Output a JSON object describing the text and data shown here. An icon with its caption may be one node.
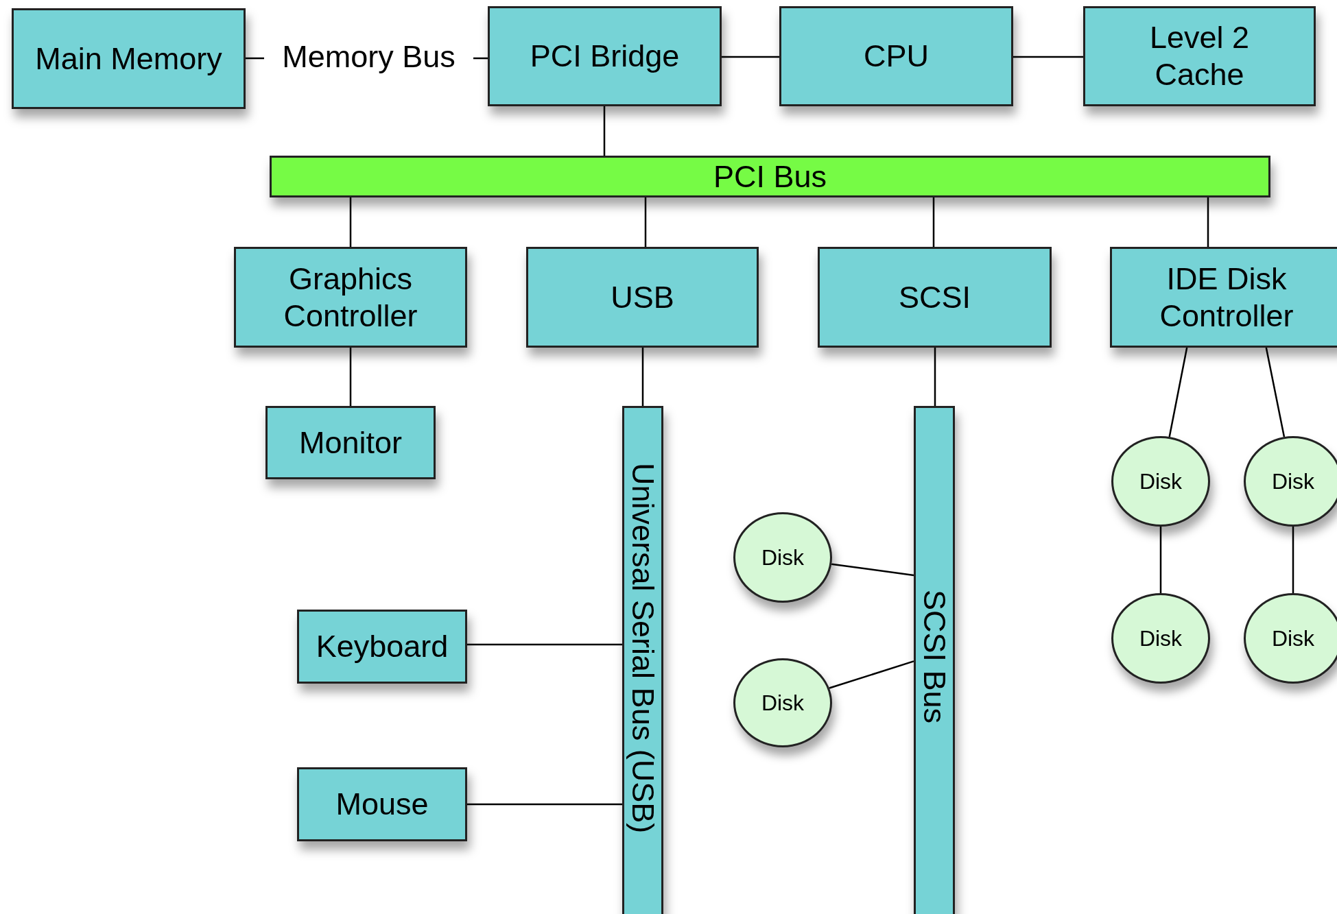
{
  "diagram": {
    "nodes": [
      {
        "text": [
          "Main Memory"
        ]
      },
      {
        "text": [
          "Memory Bus"
        ]
      },
      {
        "text": [
          "PCI Bridge"
        ]
      },
      {
        "text": [
          "CPU"
        ]
      },
      {
        "text": [
          "Level 2 Cache"
        ]
      },
      {
        "text": [
          "PCI Bus"
        ]
      },
      {
        "text": [
          "Graphics Controller"
        ]
      },
      {
        "text": [
          "USB"
        ]
      },
      {
        "text": [
          "SCSI"
        ]
      },
      {
        "text": [
          "IDE Disk Controller"
        ]
      },
      {
        "text": [
          "Monitor"
        ]
      },
      {
        "text": [
          "Universal Serial Bus (USB)"
        ]
      },
      {
        "text": [
          "SCSI Bus"
        ]
      },
      {
        "text": [
          "Disk"
        ]
      },
      {
        "text": [
          "Disk"
        ]
      },
      {
        "text": [
          "Disk"
        ]
      },
      {
        "text": [
          "Keyboard"
        ]
      },
      {
        "text": [
          "Disk"
        ]
      },
      {
        "text": [
          "Disk"
        ]
      },
      {
        "text": [
          "Disk"
        ]
      },
      {
        "text": [
          "Mouse"
        ]
      }
    ],
    "edges": [
      {
        "from": 0,
        "to": 1,
        "arrow": "none"
      },
      {
        "from": 1,
        "to": 2,
        "arrow": "none"
      },
      {
        "from": 2,
        "to": 3,
        "arrow": "none"
      },
      {
        "from": 3,
        "to": 4,
        "arrow": "none"
      },
      {
        "from": 2,
        "to": 5,
        "arrow": "none"
      },
      {
        "from": 5,
        "to": 6,
        "arrow": "none"
      },
      {
        "from": 5,
        "to": 7,
        "arrow": "none"
      },
      {
        "from": 5,
        "to": 8,
        "arrow": "none"
      },
      {
        "from": 5,
        "to": 9,
        "arrow": "none"
      },
      {
        "from": 6,
        "to": 10,
        "arrow": "none"
      },
      {
        "from": 7,
        "to": 11,
        "arrow": "none"
      },
      {
        "from": 8,
        "to": 12,
        "arrow": "none"
      },
      {
        "from": 9,
        "to": 13,
        "arrow": "none"
      },
      {
        "from": 9,
        "to": 14,
        "arrow": "none"
      },
      {
        "from": 13,
        "to": 17,
        "arrow": "none"
      },
      {
        "from": 14,
        "to": 18,
        "arrow": "none"
      },
      {
        "from": 12,
        "to": 15,
        "arrow": "none"
      },
      {
        "from": 12,
        "to": 19,
        "arrow": "none"
      },
      {
        "from": 16,
        "to": 11,
        "arrow": "none"
      },
      {
        "from": 20,
        "to": 11,
        "arrow": "none"
      }
    ]
  }
}
